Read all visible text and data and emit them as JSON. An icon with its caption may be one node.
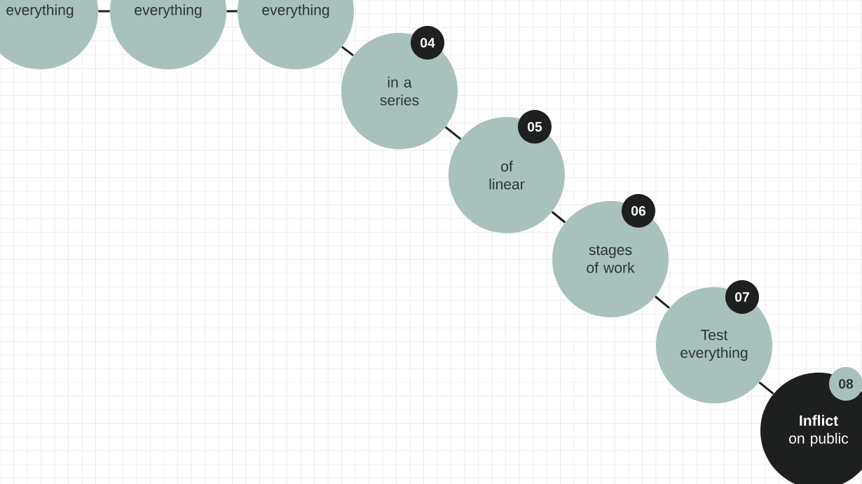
{
  "diagram": {
    "nodes": [
      {
        "text": [
          "everything"
        ]
      },
      {
        "text": [
          "everything"
        ]
      },
      {
        "text": [
          "everything"
        ]
      },
      {
        "text": [
          "04"
        ]
      },
      {
        "text": [
          "in a series"
        ]
      },
      {
        "text": [
          "05"
        ]
      },
      {
        "text": [
          "of linear"
        ]
      },
      {
        "text": [
          "06"
        ]
      },
      {
        "text": [
          "stages of work"
        ]
      },
      {
        "text": [
          "07"
        ]
      },
      {
        "text": [
          "Test everything"
        ]
      },
      {
        "text": [
          "08"
        ]
      },
      {
        "text": [
          "Inflict",
          "on public"
        ]
      }
    ],
    "edges": [
      {
        "from": 0,
        "to": 1,
        "arrow": "none"
      },
      {
        "from": 1,
        "to": 2,
        "arrow": "none"
      },
      {
        "from": 2,
        "to": 4,
        "arrow": "none"
      },
      {
        "from": 4,
        "to": 6,
        "arrow": "none"
      },
      {
        "from": 6,
        "to": 8,
        "arrow": "none"
      },
      {
        "from": 8,
        "to": 10,
        "arrow": "none"
      },
      {
        "from": 10,
        "to": 12,
        "arrow": "none"
      }
    ]
  }
}
